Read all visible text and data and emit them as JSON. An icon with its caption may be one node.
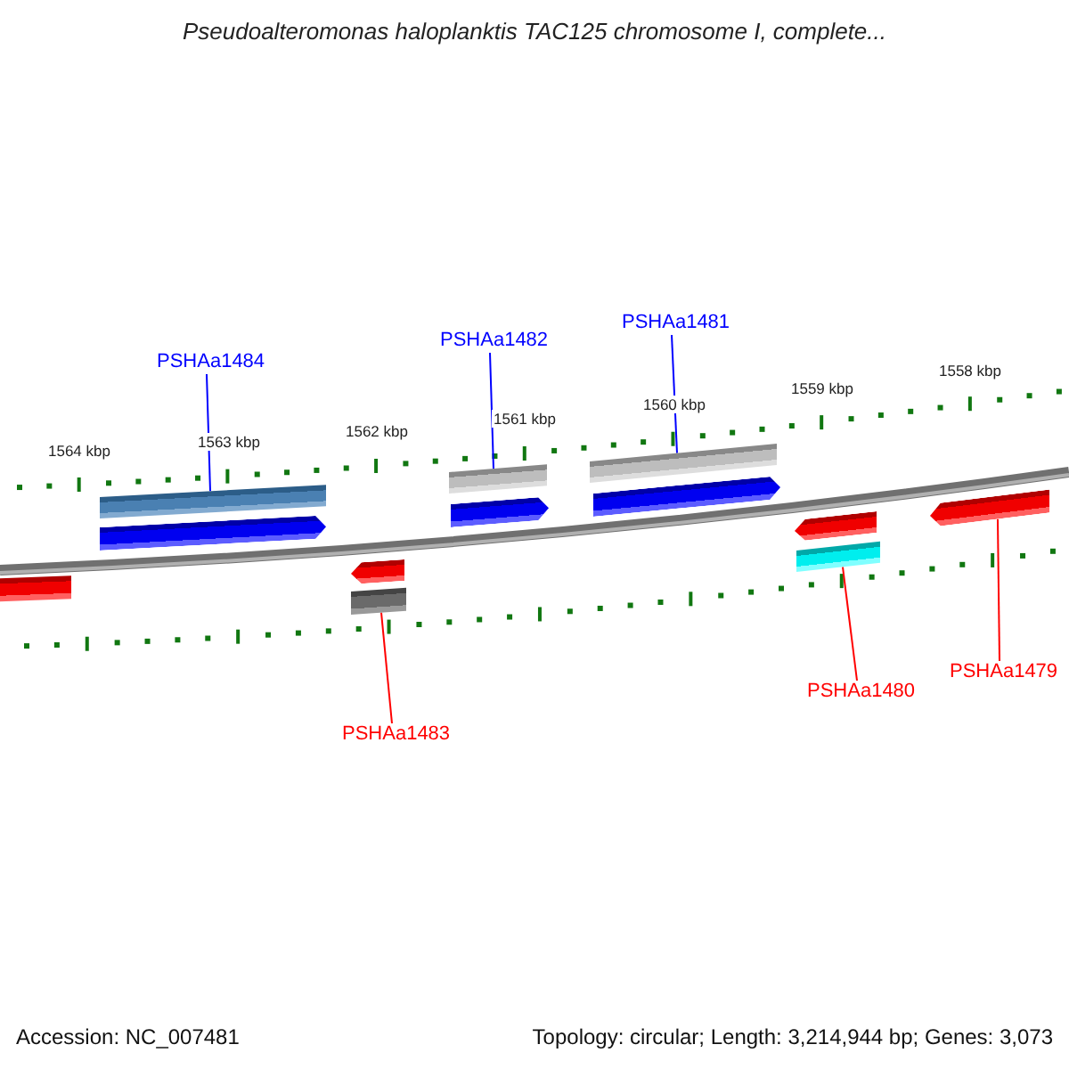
{
  "diagram": {
    "title": "Pseudoalteromonas haloplanktis TAC125 chromosome I, complete...",
    "nodes": [
      {
        "text": [
          "PSHAa1484"
        ]
      },
      {
        "text": [
          "PSHAa1482"
        ]
      },
      {
        "text": [
          "PSHAa1481"
        ]
      },
      {
        "text": [],
        "shape": "bar"
      },
      {
        "text": [],
        "shape": "bar"
      },
      {
        "text": [],
        "shape": "bar"
      },
      {
        "text": [],
        "shape": "bar"
      },
      {
        "text": [],
        "shape": "bar"
      },
      {
        "text": [],
        "shape": "bar"
      },
      {
        "text": [],
        "shape": "bar"
      },
      {
        "text": [],
        "shape": "bar"
      },
      {
        "text": [],
        "shape": "bar"
      },
      {
        "text": [],
        "shape": "bar"
      },
      {
        "text": [],
        "shape": "bar"
      },
      {
        "text": [],
        "shape": "bar"
      },
      {
        "text": [
          "PSHAa1483"
        ]
      },
      {
        "text": [
          "PSHAa1480"
        ]
      },
      {
        "text": [
          "PSHAa1479"
        ]
      }
    ],
    "edges": [
      {
        "from": 0,
        "to": 4,
        "arrow": "none",
        "color": "#0000ff"
      },
      {
        "from": 1,
        "to": 8,
        "arrow": "none",
        "color": "#0000ff"
      },
      {
        "from": 2,
        "to": 10,
        "arrow": "none",
        "color": "#0000ff"
      },
      {
        "from": 15,
        "to": 7,
        "arrow": "none",
        "color": "#ff0000"
      },
      {
        "from": 16,
        "to": 13,
        "arrow": "none",
        "color": "#ff0000"
      },
      {
        "from": 17,
        "to": 14,
        "arrow": "none",
        "color": "#ff0000"
      }
    ],
    "labels": [
      "1564 kbp",
      "1563 kbp",
      "1562 kbp",
      "1561 kbp",
      "1560 kbp",
      "1559 kbp",
      "1558 kbp",
      "Accession: NC_007481",
      "Topology: circular; Length: 3,214,944 bp; Genes: 3,073"
    ]
  }
}
